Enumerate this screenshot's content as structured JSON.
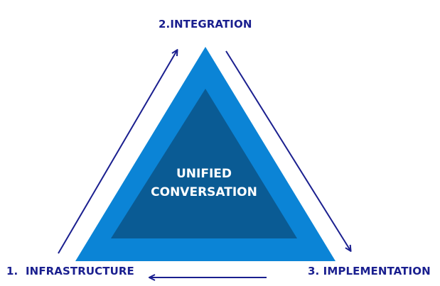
{
  "diagram": {
    "stages": [
      {
        "label": "2.INTEGRATION"
      },
      {
        "label": "1.  INFRASTRUCTURE"
      },
      {
        "label": "3. IMPLEMENTATION"
      }
    ],
    "center": {
      "line1": "UNIFIED",
      "line2": "CONVERSATION"
    }
  },
  "colors": {
    "label_text": "#1a1f8f",
    "arrow": "#1a1f8f",
    "outer_triangle": "#0b84d6",
    "inner_triangle": "#0a5b94",
    "center_text": "#ffffff"
  }
}
